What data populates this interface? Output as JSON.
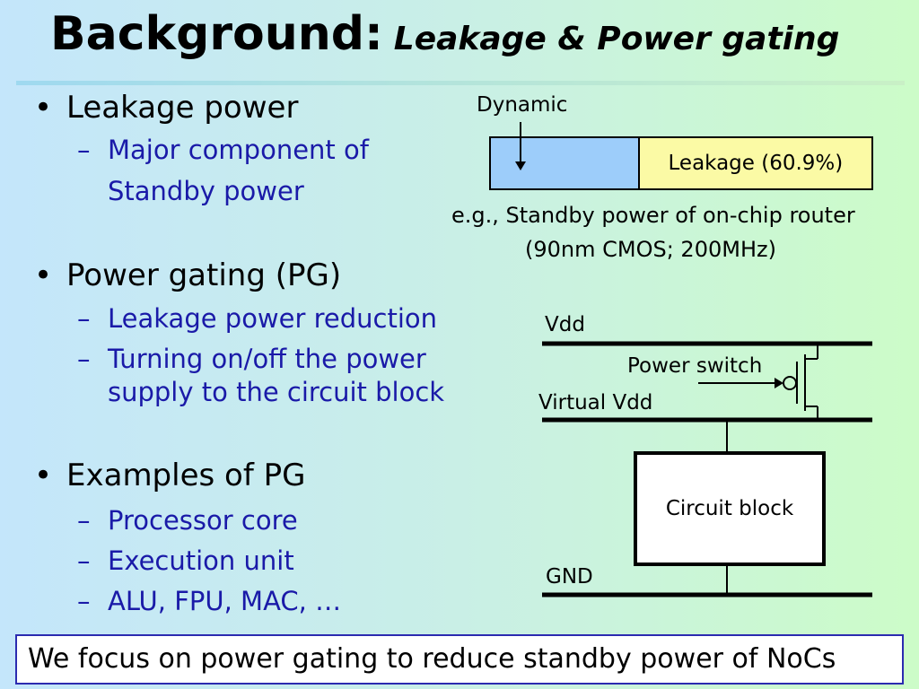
{
  "title": {
    "main": "Background:",
    "sub": "Leakage & Power gating"
  },
  "bullets": [
    {
      "text": "Leakage power",
      "subs": [
        "Major component of",
        "Standby power"
      ]
    },
    {
      "text": "Power gating (PG)",
      "subs": [
        "Leakage power reduction",
        "Turning on/off the power",
        "supply to the circuit block"
      ]
    },
    {
      "text": "Examples of PG",
      "subs": [
        "Processor core",
        "Execution unit",
        "ALU, FPU, MAC, …"
      ]
    }
  ],
  "bullet_glyph": "•",
  "dash_glyph": "–",
  "power_bar": {
    "dynamic_label": "Dynamic",
    "leakage_label": "Leakage (60.9%)",
    "leakage_fraction": 0.609,
    "caption_line1": "e.g., Standby power of on-chip router",
    "caption_line2": "(90nm CMOS; 200MHz)",
    "dynamic_color": "#9dcdfa",
    "leakage_color": "#fbfaa5"
  },
  "circuit": {
    "vdd": "Vdd",
    "power_switch": "Power switch",
    "virtual_vdd": "Virtual Vdd",
    "block": "Circuit block",
    "gnd": "GND"
  },
  "footer": "We focus on power gating to reduce standby power of NoCs"
}
